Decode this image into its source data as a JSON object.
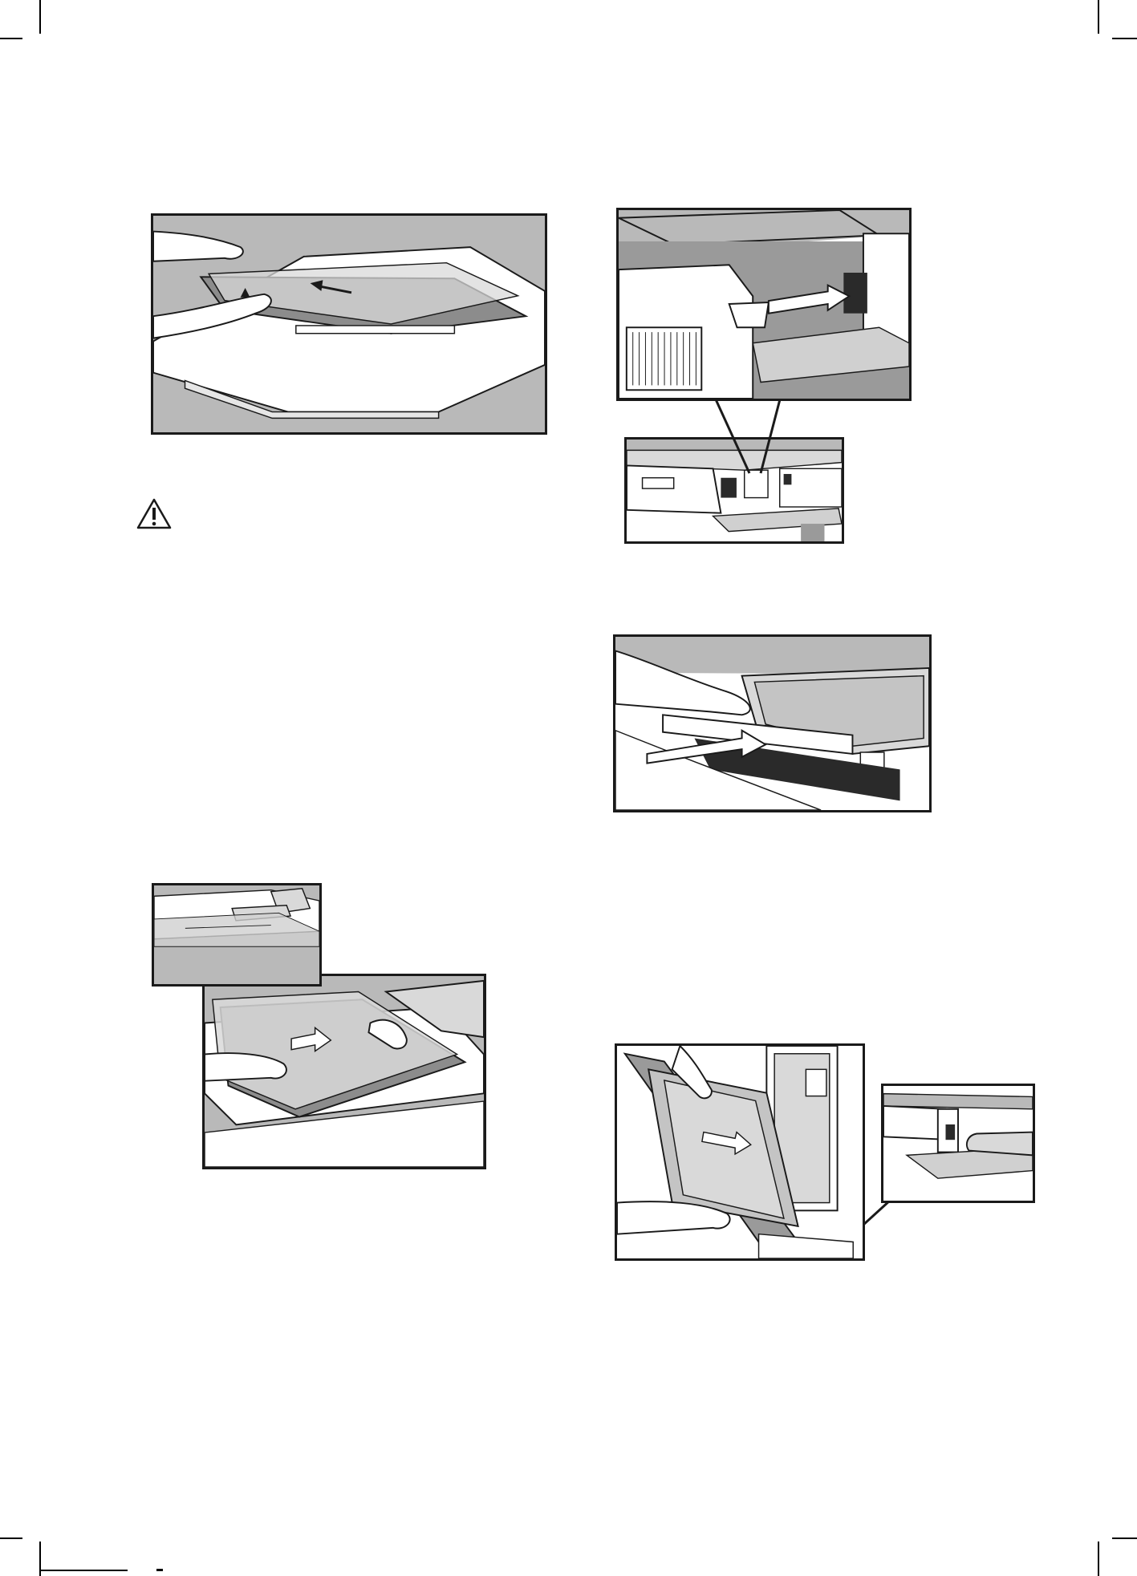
{
  "page": {
    "illustrations": [
      {
        "id": "fig-lift-glass-panel",
        "icon": "hands-lifting-glass-icon"
      },
      {
        "id": "fig-clip-detail",
        "icon": "clip-detail-icon"
      },
      {
        "id": "fig-slide-glass-in",
        "icon": "hands-sliding-glass-icon"
      },
      {
        "id": "fig-push-trim",
        "icon": "hand-pushing-trim-icon"
      },
      {
        "id": "fig-refit-door",
        "icon": "hands-refitting-door-icon"
      }
    ],
    "warning_icon": "warning-triangle-icon",
    "colors": {
      "panel_grey": "#b9b9b9",
      "outline": "#1a1a1a",
      "surface": "#ffffff",
      "glass": "#d9d9d9"
    }
  }
}
